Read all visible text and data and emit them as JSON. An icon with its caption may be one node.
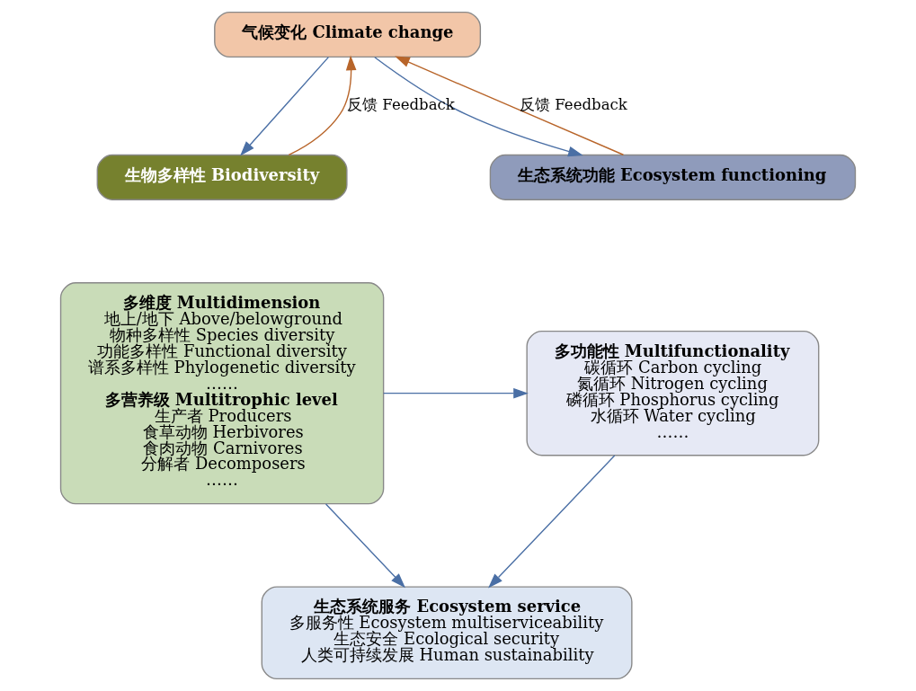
{
  "diagram": {
    "nodes": [
      {
        "text": [
          "气候变化 Climate change"
        ]
      },
      {
        "text": [
          "生物多样性 Biodiversity"
        ]
      },
      {
        "text": [
          "多维度 Multidimension",
          "地上/地下 Above/belowground",
          "物种多样性 Species diversity",
          "功能多样性 Functional diversity",
          "谱系多样性 Phylogenetic diversity",
          "……",
          "多营养级 Multitrophic level",
          "生产者 Producers",
          "食草动物 Herbivores",
          "食肉动物 Carnivores",
          "分解者 Decomposers",
          "……"
        ]
      },
      {
        "text": [
          "生态系统功能 Ecosystem functioning"
        ]
      },
      {
        "text": [
          "多功能性 Multifunctionality",
          "碳循环 Carbon cycling",
          "氮循环 Nitrogen cycling",
          "磷循环 Phosphorus cycling",
          "水循环 Water cycling",
          "……"
        ]
      },
      {
        "text": [
          "生态系统服务 Ecosystem service",
          "多服务性 Ecosystem multiserviceability",
          "生态安全 Ecological security",
          "人类可持续发展 Human sustainability"
        ]
      }
    ],
    "edges": [
      {
        "from": 0,
        "to": 1,
        "arrow": "to"
      },
      {
        "from": 1,
        "to": 0,
        "arrow": "to",
        "label": "反馈 Feedback",
        "color": "#b8652a"
      },
      {
        "from": 0,
        "to": 3,
        "arrow": "to"
      },
      {
        "from": 3,
        "to": 0,
        "arrow": "to",
        "label": "反馈 Feedback",
        "color": "#b8652a"
      },
      {
        "from": 2,
        "to": 4,
        "arrow": "to"
      },
      {
        "from": 2,
        "to": 5,
        "arrow": "to"
      },
      {
        "from": 4,
        "to": 5,
        "arrow": "to"
      }
    ]
  }
}
